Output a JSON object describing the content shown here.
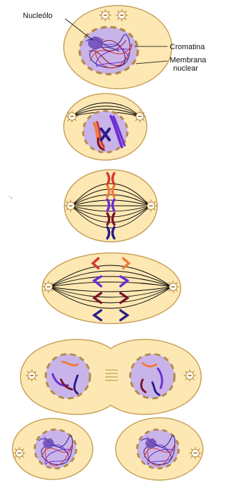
{
  "labels": {
    "nucleolus": "Nucleólo",
    "chromatin": "Cromatina",
    "membrane_line1": "Membrana",
    "membrane_line2": "nuclear"
  },
  "stray_mark": "·,",
  "colors": {
    "background": "#ffffff",
    "cytoplasm": "#fde8b4",
    "cell_outline": "#c9a058",
    "nucleus": "#c9b4ea",
    "nuclear_membrane": "#b3894e",
    "spindle": "#000000",
    "chromosome_dark_blue": "#2a1b8a",
    "chromosome_purple": "#6b2fd0",
    "chromosome_red": "#d2382e",
    "chromosome_orange": "#f07a3c",
    "chromosome_maroon": "#7a1428",
    "centrosome": "#b58a3a"
  },
  "stages": [
    {
      "id": "interphase",
      "icon": "cell-interphase-icon"
    },
    {
      "id": "prophase",
      "icon": "cell-prophase-icon"
    },
    {
      "id": "metaphase",
      "icon": "cell-metaphase-icon"
    },
    {
      "id": "anaphase",
      "icon": "cell-anaphase-icon"
    },
    {
      "id": "telophase",
      "icon": "cell-telophase-icon"
    },
    {
      "id": "cytokinesis",
      "icon": "daughter-cells-icon"
    }
  ]
}
